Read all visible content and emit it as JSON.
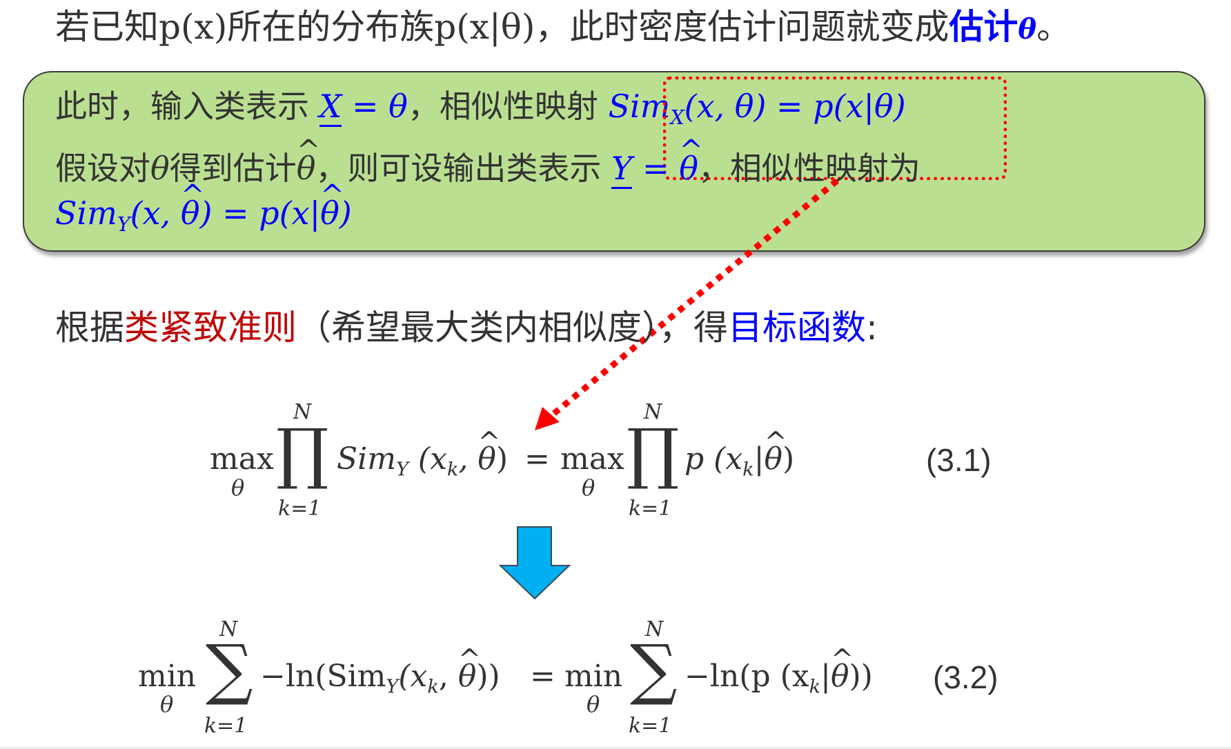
{
  "header": {
    "prefix": "若已知",
    "px": "p(x)",
    "mid": "所在的分布族",
    "family": "p(x|θ)",
    "suffix": "，此时密度估计问题就变成",
    "highlight": "估计",
    "theta": "θ",
    "end": "。"
  },
  "box": {
    "line1": {
      "text1": "此时，输入类表示 ",
      "X": "X",
      "eq": " = θ",
      "text2": "，相似性映射 ",
      "formula": "Sim",
      "formula_sub": "X",
      "formula_rest": "(x, θ) = p(x|θ)"
    },
    "line2": {
      "text1": "假设对",
      "theta": "θ",
      "text2": "得到估计",
      "theta_hat": "θ",
      "text3": "，则可设输出类表示 ",
      "Y": "Y",
      "eq": " = ",
      "eq_hat": "θ",
      "text4": "，相似性映射为"
    },
    "line3": {
      "sim": "Sim",
      "sub": "Y",
      "open": "(x, ",
      "hat1": "θ",
      "mid": ") = p(x|",
      "hat2": "θ",
      "close": ")"
    },
    "colors": {
      "fill": "#bbdf91",
      "border": "#3a3a3a"
    }
  },
  "criterion": {
    "text1": "根据",
    "red": "类紧致准则",
    "text2": "（希望最大类内相似度），得",
    "blue": "目标函数",
    "colon": ":"
  },
  "eq1": {
    "max1": "max",
    "under1": "θ",
    "prod_top1": "N",
    "prod1": "∏",
    "prod_bot1": "k=1",
    "body1": "Sim",
    "body1_sub": "Y",
    "body1_rest_a": " (x",
    "body1_k": "k",
    "body1_rest_b": ", ",
    "body1_hat": "θ",
    "body1_close": ")",
    "equals": "=",
    "max2": "max",
    "under2": "θ",
    "prod_top2": "N",
    "prod2": "∏",
    "prod_bot2": "k=1",
    "body2_a": "p (x",
    "body2_k": "k",
    "body2_b": "|",
    "body2_hat": "θ",
    "body2_close": ")",
    "number": "(3.1)"
  },
  "eq2": {
    "min1": "min",
    "under1": "θ",
    "sum_top1": "N",
    "sum1": "∑",
    "sum_bot1": "k=1",
    "body1_a": "−ln(Sim",
    "body1_sub": "Y",
    "body1_b": "(x",
    "body1_k": "k",
    "body1_c": ", ",
    "body1_hat": "θ",
    "body1_close": "))",
    "equals": "=",
    "min2": "min",
    "under2": "θ",
    "sum_top2": "N",
    "sum2": "∑",
    "sum_bot2": "k=1",
    "body2_a": "−ln(p (x",
    "body2_k": "k",
    "body2_b": "|",
    "body2_hat": "θ",
    "body2_close": "))",
    "number": "(3.2)"
  },
  "arrow_colors": {
    "down_arrow": "#00b0f0",
    "connector": "#ff0000"
  }
}
